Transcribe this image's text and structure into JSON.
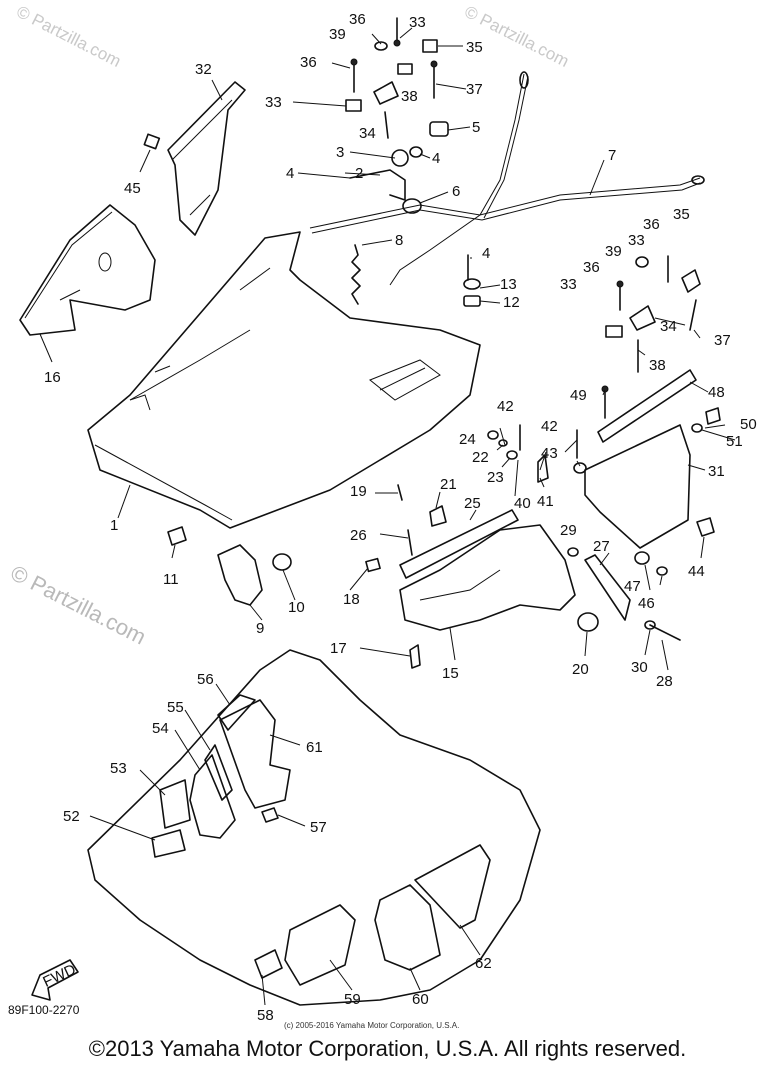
{
  "watermarks": {
    "top_left": "© Partzilla.com",
    "top_right": "© Partzilla.com",
    "left": "© Partzilla.com"
  },
  "diagram": {
    "code": "89F100-2270",
    "fwd_label": "FWD",
    "small_copyright": "(c) 2005-2016 Yamaha Motor Corporation, U.S.A."
  },
  "callouts": {
    "c1": "1",
    "c2": "2",
    "c3": "3",
    "c4a": "4",
    "c4b": "4",
    "c4c": "4",
    "c5": "5",
    "c6": "6",
    "c7": "7",
    "c8": "8",
    "c9": "9",
    "c10": "10",
    "c11": "11",
    "c12": "12",
    "c13": "13",
    "c15": "15",
    "c16": "16",
    "c17": "17",
    "c18": "18",
    "c19": "19",
    "c20": "20",
    "c21": "21",
    "c22": "22",
    "c23": "23",
    "c24": "24",
    "c25": "25",
    "c26": "26",
    "c27": "27",
    "c28": "28",
    "c29": "29",
    "c30": "30",
    "c31": "31",
    "c32": "32",
    "c33a": "33",
    "c33b": "33",
    "c33c": "33",
    "c33d": "33",
    "c34a": "34",
    "c34b": "34",
    "c35a": "35",
    "c35b": "35",
    "c36a": "36",
    "c36b": "36",
    "c36c": "36",
    "c36d": "36",
    "c37a": "37",
    "c37b": "37",
    "c38a": "38",
    "c38b": "38",
    "c39a": "39",
    "c39b": "39",
    "c40": "40",
    "c41": "41",
    "c42a": "42",
    "c42b": "42",
    "c43": "43",
    "c44": "44",
    "c45": "45",
    "c46": "46",
    "c47": "47",
    "c48": "48",
    "c49": "49",
    "c50": "50",
    "c51": "51",
    "c52": "52",
    "c53": "53",
    "c54": "54",
    "c55": "55",
    "c56": "56",
    "c57": "57",
    "c58": "58",
    "c59": "59",
    "c60": "60",
    "c61": "61",
    "c62": "62"
  },
  "footer": {
    "copyright": "©2013 Yamaha Motor Corporation, U.S.A. All rights reserved."
  }
}
